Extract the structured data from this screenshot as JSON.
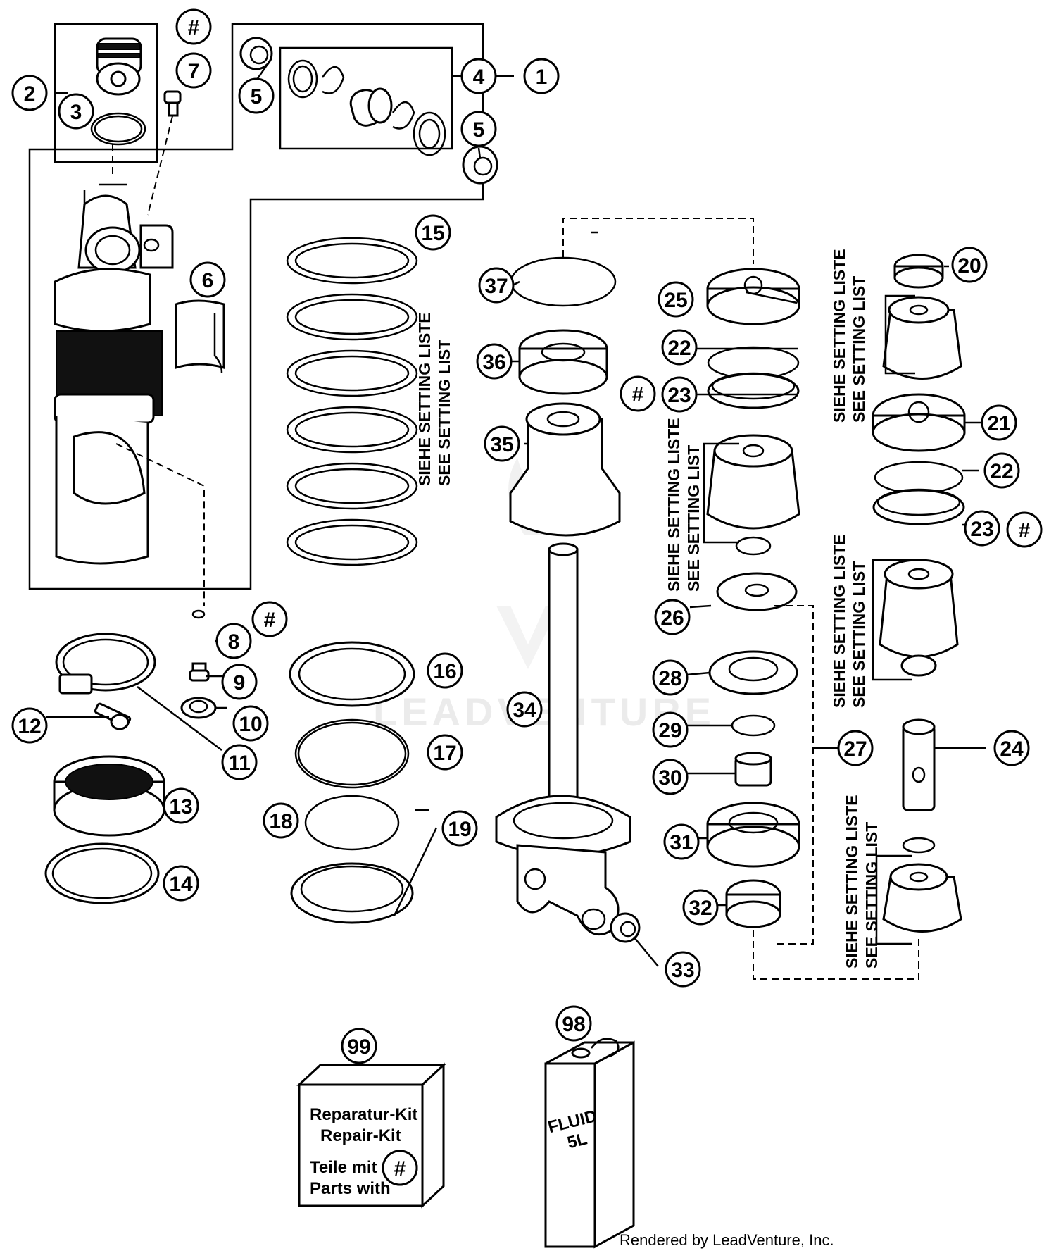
{
  "callouts": [
    {
      "id": "c1",
      "label": "1"
    },
    {
      "id": "c2",
      "label": "2"
    },
    {
      "id": "c3",
      "label": "3"
    },
    {
      "id": "c4",
      "label": "4"
    },
    {
      "id": "c5a",
      "label": "5"
    },
    {
      "id": "c5b",
      "label": "5"
    },
    {
      "id": "c6",
      "label": "6"
    },
    {
      "id": "c7",
      "label": "7"
    },
    {
      "id": "c8",
      "label": "8"
    },
    {
      "id": "c9",
      "label": "9"
    },
    {
      "id": "c10",
      "label": "10"
    },
    {
      "id": "c11",
      "label": "11"
    },
    {
      "id": "c12",
      "label": "12"
    },
    {
      "id": "c13",
      "label": "13"
    },
    {
      "id": "c14",
      "label": "14"
    },
    {
      "id": "c15",
      "label": "15"
    },
    {
      "id": "c16",
      "label": "16"
    },
    {
      "id": "c17",
      "label": "17"
    },
    {
      "id": "c18",
      "label": "18"
    },
    {
      "id": "c19",
      "label": "19"
    },
    {
      "id": "c20",
      "label": "20"
    },
    {
      "id": "c21",
      "label": "21"
    },
    {
      "id": "c22a",
      "label": "22"
    },
    {
      "id": "c22b",
      "label": "22"
    },
    {
      "id": "c23a",
      "label": "23"
    },
    {
      "id": "c23b",
      "label": "23"
    },
    {
      "id": "c24",
      "label": "24"
    },
    {
      "id": "c25",
      "label": "25"
    },
    {
      "id": "c26",
      "label": "26"
    },
    {
      "id": "c27",
      "label": "27"
    },
    {
      "id": "c28",
      "label": "28"
    },
    {
      "id": "c29",
      "label": "29"
    },
    {
      "id": "c30",
      "label": "30"
    },
    {
      "id": "c31",
      "label": "31"
    },
    {
      "id": "c32",
      "label": "32"
    },
    {
      "id": "c33",
      "label": "33"
    },
    {
      "id": "c34",
      "label": "34"
    },
    {
      "id": "c35",
      "label": "35"
    },
    {
      "id": "c36",
      "label": "36"
    },
    {
      "id": "c37",
      "label": "37"
    },
    {
      "id": "c98",
      "label": "98"
    },
    {
      "id": "c99",
      "label": "99"
    },
    {
      "id": "h1",
      "label": "#"
    },
    {
      "id": "h2",
      "label": "#"
    },
    {
      "id": "h3",
      "label": "#"
    },
    {
      "id": "h4",
      "label": "#"
    },
    {
      "id": "h5",
      "label": "#"
    }
  ],
  "setting_labels": [
    {
      "id": "s1",
      "line1": "SIEHE SETTING LISTE",
      "line2": "SEE SETTING LIST"
    },
    {
      "id": "s2",
      "line1": "SIEHE SETTING LISTE",
      "line2": "SEE SETTING LIST"
    },
    {
      "id": "s3",
      "line1": "SIEHE SETTING LISTE",
      "line2": "SEE SETTING LIST"
    },
    {
      "id": "s4",
      "line1": "SIEHE SETTING LISTE",
      "line2": "SEE SETTING LIST"
    },
    {
      "id": "s5",
      "line1": "SIEHE SETTING LISTE",
      "line2": "SEE SETTING LIST"
    }
  ],
  "repair_kit": {
    "title_de": "Reparatur-Kit",
    "title_en": "Repair-Kit",
    "parts_de": "Teile mit",
    "parts_en": "Parts with",
    "symbol": "#"
  },
  "fluid_can": {
    "line1": "FLUID",
    "line2": "5L"
  },
  "watermark": {
    "text": "LEADVENTURE",
    "logo": "leadventure-flame-logo"
  },
  "credit": "Rendered by LeadVenture, Inc."
}
